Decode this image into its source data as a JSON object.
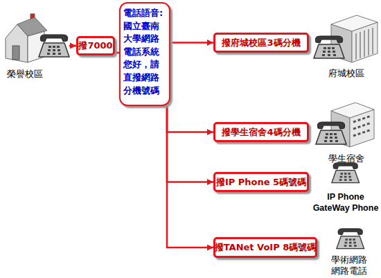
{
  "diagram": {
    "nodes": [
      {
        "text": [
          "榮譽校區"
        ]
      },
      {
        "text": [
          "撥7000"
        ]
      },
      {
        "text": [
          "電話語音:",
          "國立臺南 大學網路 電話系統 您好，請 直撥網路 分機號碼"
        ]
      },
      {
        "text": [
          "撥府城校區3碼分機"
        ]
      },
      {
        "text": [
          "府城校區"
        ]
      },
      {
        "text": [
          "撥學生宿舍4碼分機"
        ]
      },
      {
        "text": [
          "學生宿舍"
        ]
      },
      {
        "text": [
          "撥IP Phone 5碼號碼"
        ]
      },
      {
        "text": [
          "IP Phone GateWay Phone"
        ]
      },
      {
        "text": [
          "撥TANet VoIP 8碼號碼"
        ]
      },
      {
        "text": [
          "學術網路 網路電話"
        ]
      }
    ],
    "edges": [
      {
        "from": 0,
        "to": 1,
        "arrow": "to"
      },
      {
        "from": 1,
        "to": 2,
        "arrow": "to"
      },
      {
        "from": 2,
        "to": 3,
        "arrow": "to"
      },
      {
        "from": 2,
        "to": 5,
        "arrow": "to"
      },
      {
        "from": 2,
        "to": 7,
        "arrow": "to"
      },
      {
        "from": 2,
        "to": 9,
        "arrow": "to"
      }
    ]
  }
}
